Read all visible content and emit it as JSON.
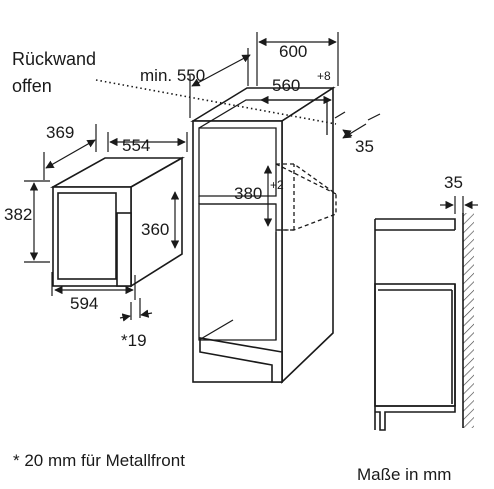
{
  "labels": {
    "rear_wall": "Rückwand",
    "rear_wall_2": "offen",
    "min_depth": "min. 550",
    "cabinet_width": "600",
    "niche_width": "560",
    "niche_width_tol": "+8",
    "cabinet_gap": "35",
    "niche_height": "380",
    "niche_height_tol": "+2",
    "appliance_depth": "369",
    "appliance_width_top": "554",
    "appliance_height": "382",
    "appliance_inner_height": "360",
    "appliance_width_front": "594",
    "front_offset": "*19",
    "side_gap": "35"
  },
  "footnote": "* 20 mm für Metallfront",
  "units_note": "Maße in mm"
}
